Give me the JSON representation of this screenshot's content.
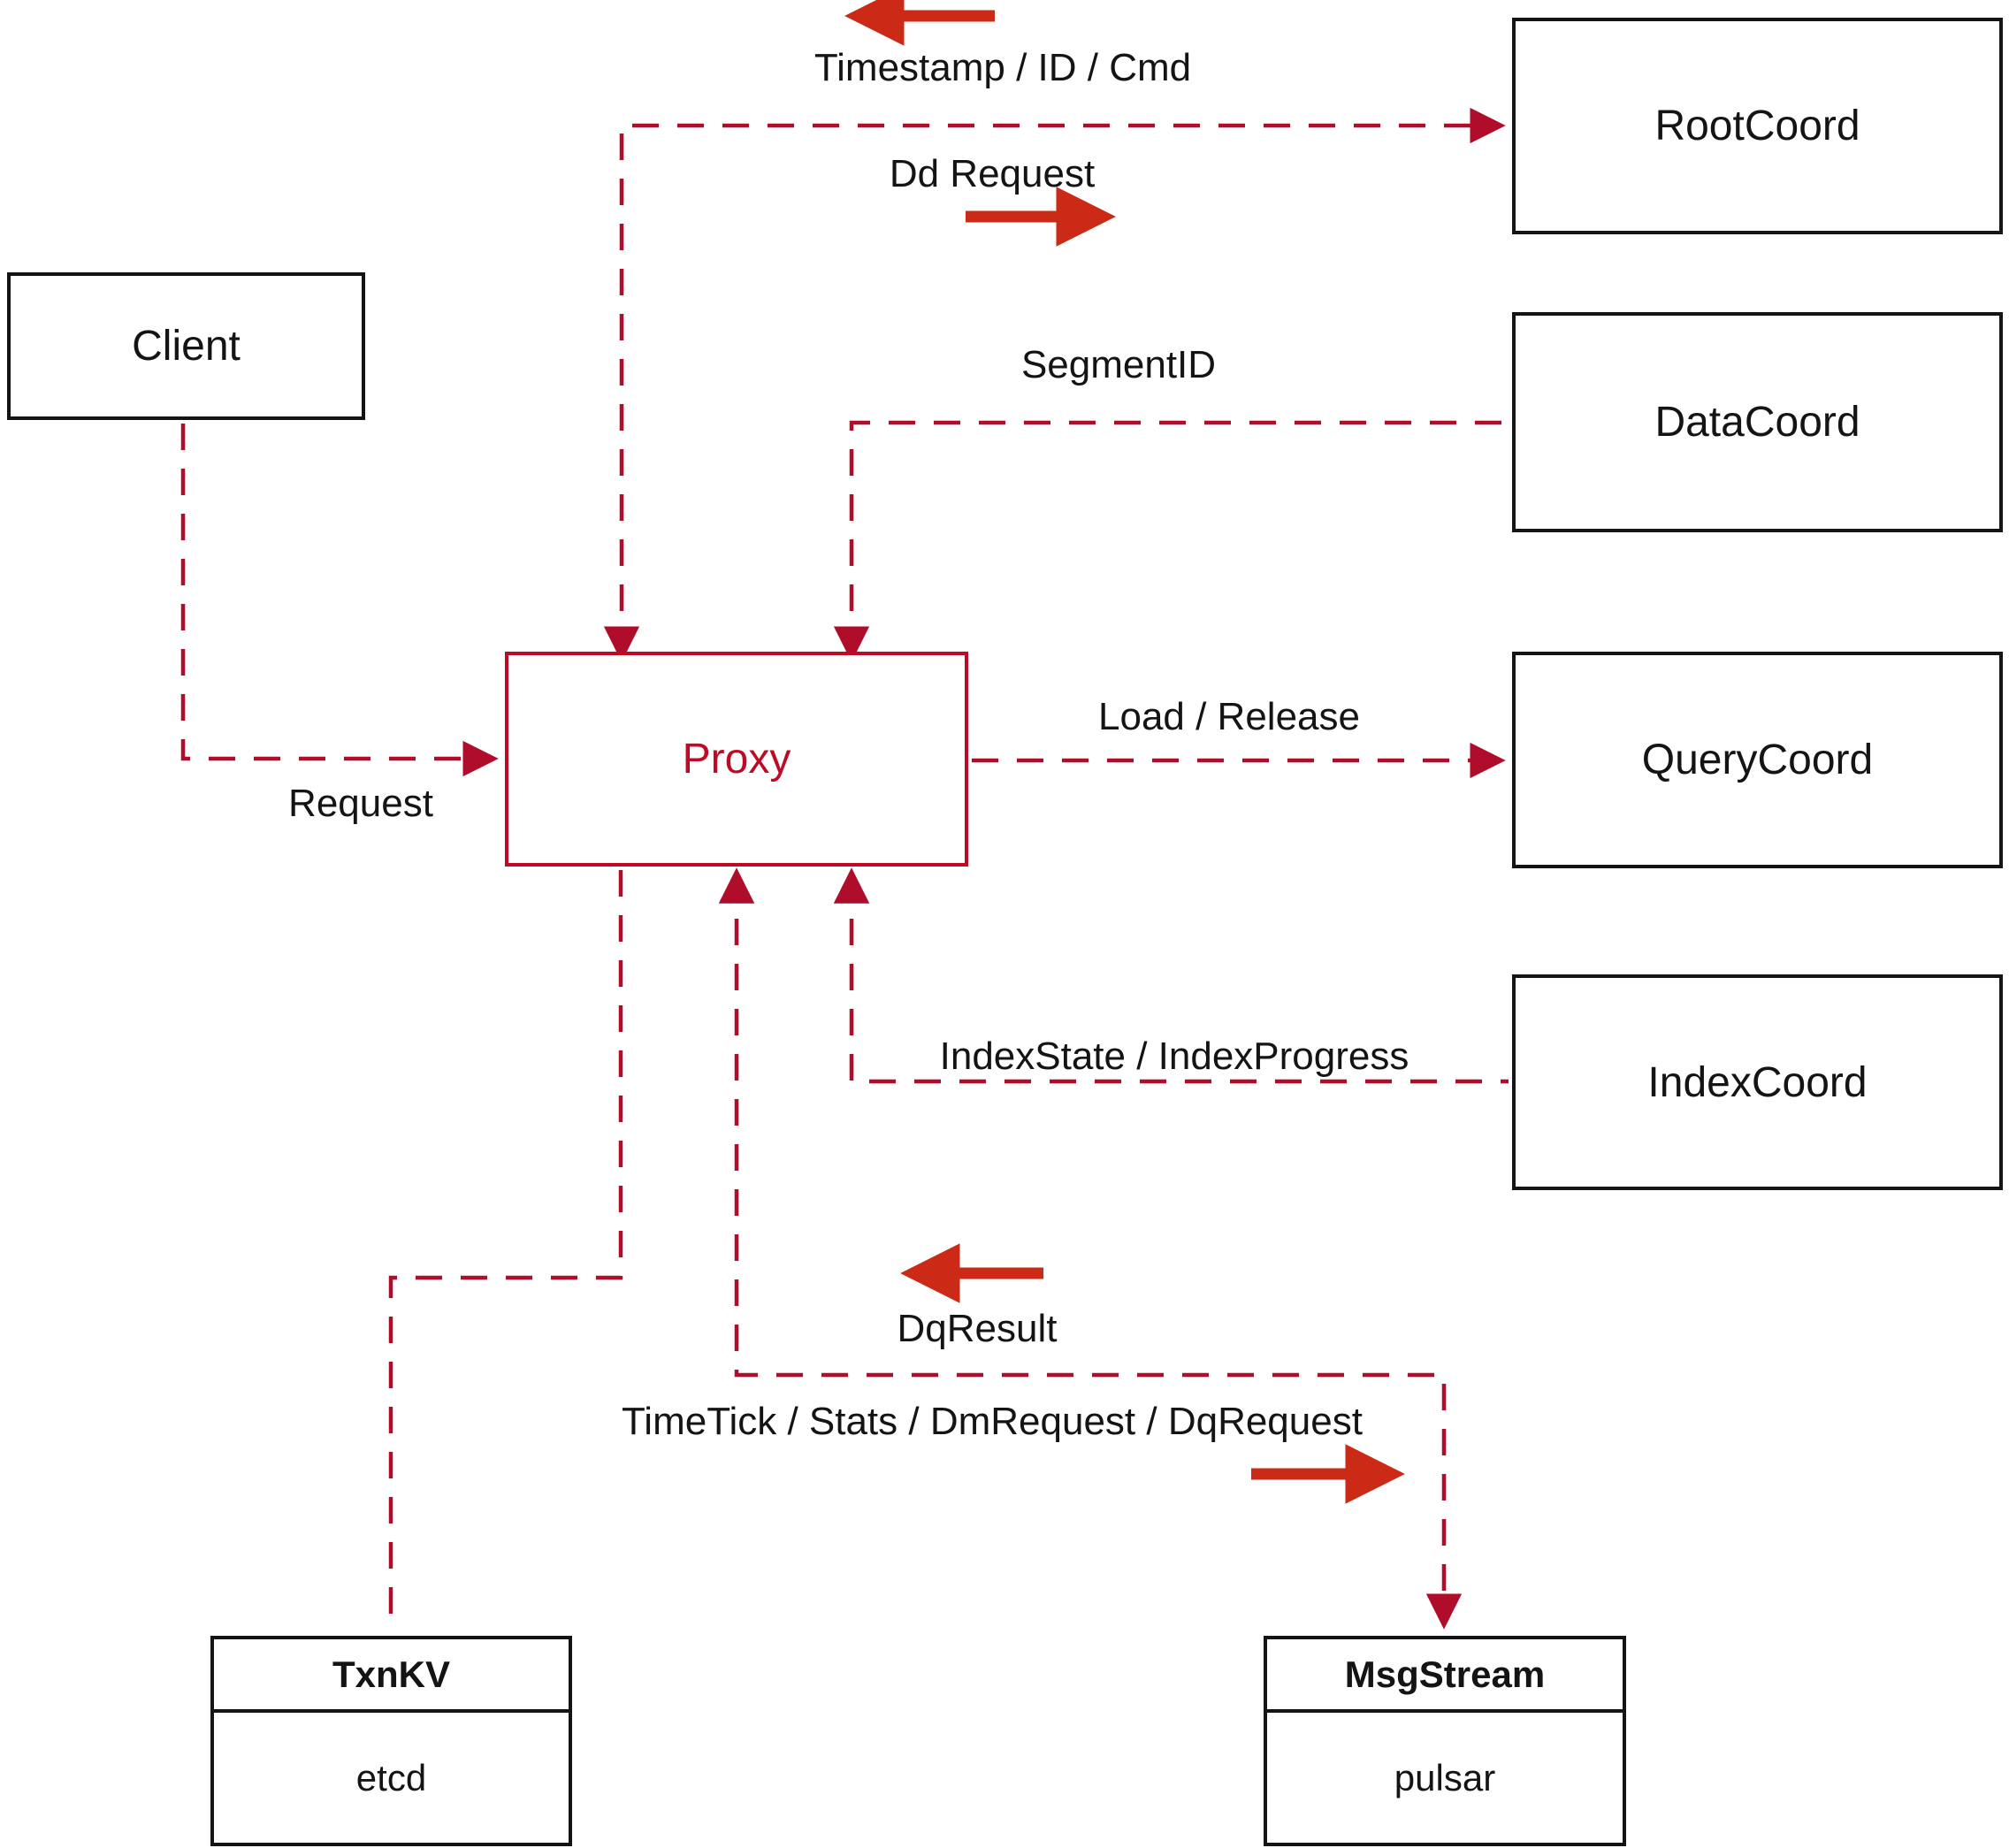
{
  "diagram": {
    "nodes": {
      "client": {
        "label": "Client"
      },
      "proxy": {
        "label": "Proxy"
      },
      "rootcoord": {
        "label": "RootCoord"
      },
      "datacoord": {
        "label": "DataCoord"
      },
      "querycoord": {
        "label": "QueryCoord"
      },
      "indexcoord": {
        "label": "IndexCoord"
      },
      "txnkv": {
        "title": "TxnKV",
        "subtitle": "etcd"
      },
      "msgstream": {
        "title": "MsgStream",
        "subtitle": "pulsar"
      }
    },
    "edge_labels": {
      "timestamp": "Timestamp / ID / Cmd",
      "dd_request": "Dd Request",
      "segment_id": "SegmentID",
      "load_release": "Load / Release",
      "request": "Request",
      "index_state": "IndexState / IndexProgress",
      "dq_result": "DqResult",
      "timetick": "TimeTick / Stats / DmRequest / DqRequest"
    },
    "colors": {
      "line": "#b00d2b",
      "arrow": "#cb2a16",
      "box_border": "#141414",
      "proxy": "#bf0a26",
      "text": "#141414"
    }
  }
}
